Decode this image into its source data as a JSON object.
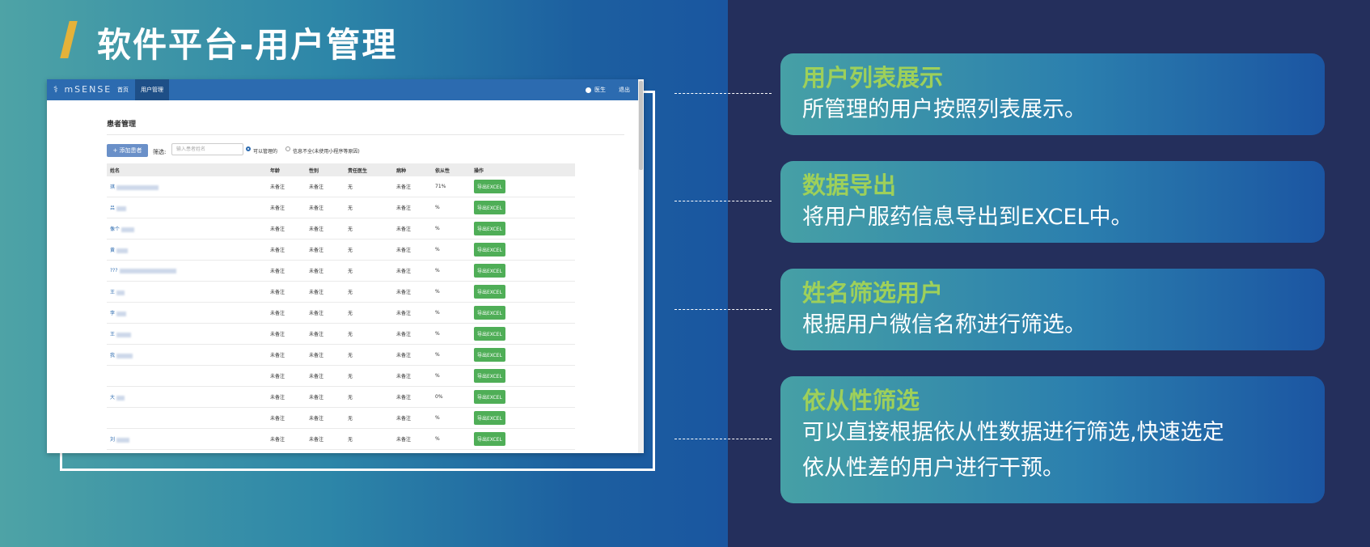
{
  "page_title": "软件平台-用户管理",
  "app": {
    "brand": "mSENSE",
    "nav": [
      {
        "label": "首页"
      },
      {
        "label": "用户管理"
      }
    ],
    "user_label": "医生",
    "logout_label": "退出",
    "section_title": "患者管理",
    "add_button": "添加患者",
    "filter_label": "筛选:",
    "search_placeholder": "输入患者姓名",
    "radio_options": [
      {
        "label": "可以管理的",
        "checked": true
      },
      {
        "label": "信息不全(未使用小程序等原因)",
        "checked": false
      }
    ],
    "table": {
      "columns": [
        "姓名",
        "年龄",
        "性别",
        "责任医生",
        "病种",
        "依从性",
        "操作"
      ],
      "rows": [
        {
          "name": "琪",
          "age": "未备注",
          "gender": "未备注",
          "doctor": "无",
          "disease": "未备注",
          "adherence": "71%",
          "action": "导出EXCEL"
        },
        {
          "name": "吕",
          "age": "未备注",
          "gender": "未备注",
          "doctor": "无",
          "disease": "未备注",
          "adherence": "%",
          "action": "导出EXCEL"
        },
        {
          "name": "像个",
          "age": "未备注",
          "gender": "未备注",
          "doctor": "无",
          "disease": "未备注",
          "adherence": "%",
          "action": "导出EXCEL"
        },
        {
          "name": "黄",
          "age": "未备注",
          "gender": "未备注",
          "doctor": "无",
          "disease": "未备注",
          "adherence": "%",
          "action": "导出EXCEL"
        },
        {
          "name": "???",
          "age": "未备注",
          "gender": "未备注",
          "doctor": "无",
          "disease": "未备注",
          "adherence": "%",
          "action": "导出EXCEL"
        },
        {
          "name": "王",
          "age": "未备注",
          "gender": "未备注",
          "doctor": "无",
          "disease": "未备注",
          "adherence": "%",
          "action": "导出EXCEL"
        },
        {
          "name": "李",
          "age": "未备注",
          "gender": "未备注",
          "doctor": "无",
          "disease": "未备注",
          "adherence": "%",
          "action": "导出EXCEL"
        },
        {
          "name": "王",
          "age": "未备注",
          "gender": "未备注",
          "doctor": "无",
          "disease": "未备注",
          "adherence": "%",
          "action": "导出EXCEL"
        },
        {
          "name": "我",
          "age": "未备注",
          "gender": "未备注",
          "doctor": "无",
          "disease": "未备注",
          "adherence": "%",
          "action": "导出EXCEL"
        },
        {
          "name": "",
          "age": "未备注",
          "gender": "未备注",
          "doctor": "无",
          "disease": "未备注",
          "adherence": "%",
          "action": "导出EXCEL"
        },
        {
          "name": "大",
          "age": "未备注",
          "gender": "未备注",
          "doctor": "无",
          "disease": "未备注",
          "adherence": "0%",
          "action": "导出EXCEL"
        },
        {
          "name": "",
          "age": "未备注",
          "gender": "未备注",
          "doctor": "无",
          "disease": "未备注",
          "adherence": "%",
          "action": "导出EXCEL"
        },
        {
          "name": "刘",
          "age": "未备注",
          "gender": "未备注",
          "doctor": "无",
          "disease": "未备注",
          "adherence": "%",
          "action": "导出EXCEL"
        }
      ]
    }
  },
  "features": [
    {
      "title": "用户列表展示",
      "desc": [
        "所管理的用户按照列表展示。"
      ]
    },
    {
      "title": "数据导出",
      "desc": [
        "将用户服药信息导出到EXCEL中。"
      ]
    },
    {
      "title": "姓名筛选用户",
      "desc": [
        "根据用户微信名称进行筛选。"
      ]
    },
    {
      "title": "依从性筛选",
      "desc": [
        "可以直接根据依从性数据进行筛选,快速选定",
        "依从性差的用户进行干预。"
      ]
    }
  ],
  "colors": {
    "accent_bar": "#e4b23a",
    "card_title": "#9ed05a",
    "navbar": "#2c6bb0",
    "export_button": "#4fae57",
    "right_panel": "#242f5c"
  }
}
